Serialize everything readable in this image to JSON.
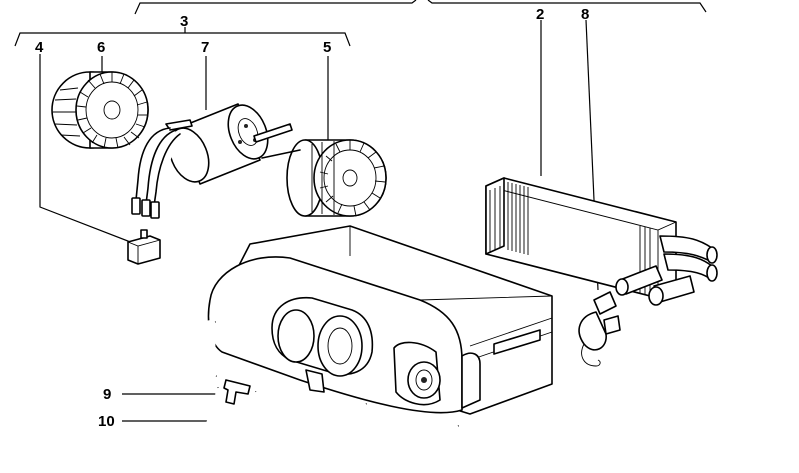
{
  "callouts": {
    "c2": "2",
    "c3": "3",
    "c4": "4",
    "c5": "5",
    "c6": "6",
    "c7": "7",
    "c8": "8",
    "c9": "9",
    "c10": "10"
  },
  "colors": {
    "ink": "#000000",
    "paper": "#ffffff"
  }
}
